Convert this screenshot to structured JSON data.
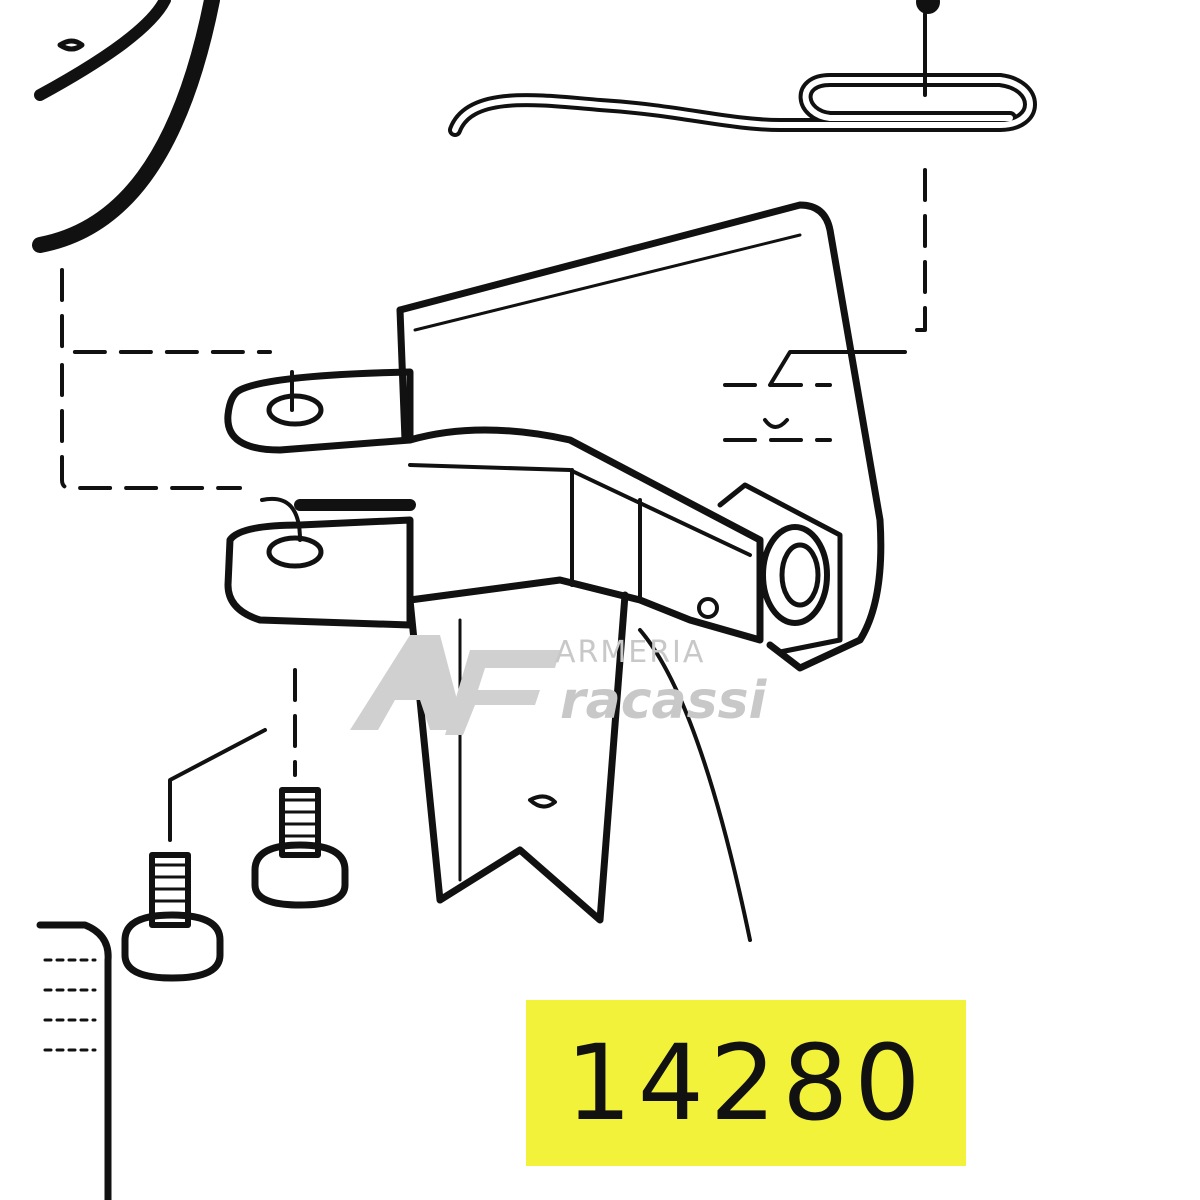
{
  "part_number": "14280",
  "watermark": {
    "line1": "ARMERIA",
    "line2": "racassi"
  },
  "colors": {
    "label_background": "#f2f23a",
    "line": "#111111",
    "watermark": "#c8c8c8"
  }
}
